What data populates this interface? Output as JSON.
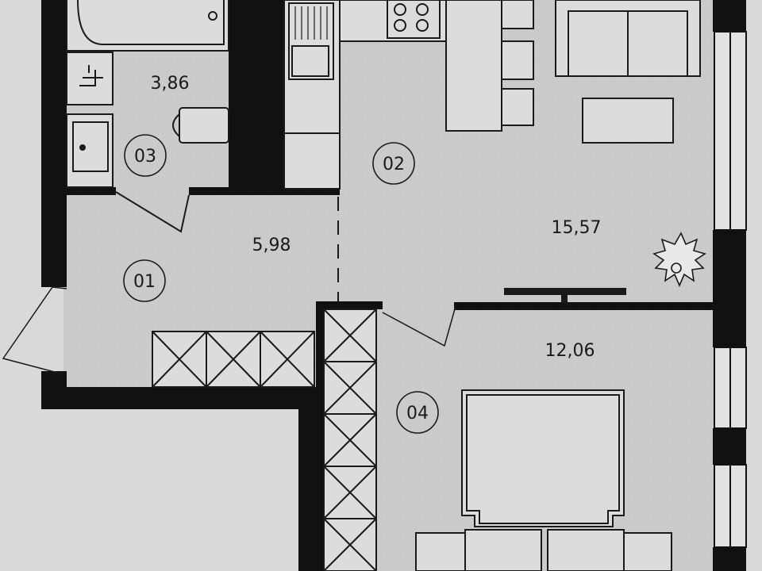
{
  "rooms": [
    {
      "id": "01",
      "area": "5,98"
    },
    {
      "id": "02",
      "area": "15,57"
    },
    {
      "id": "03",
      "area": "3,86"
    },
    {
      "id": "04",
      "area": "12,06"
    }
  ],
  "colors": {
    "background": "#d9d9d9",
    "floor": "#cdcdcd",
    "wall": "#111111",
    "furniture_fill": "#dcdcdc",
    "line": "#1a1a1a"
  }
}
